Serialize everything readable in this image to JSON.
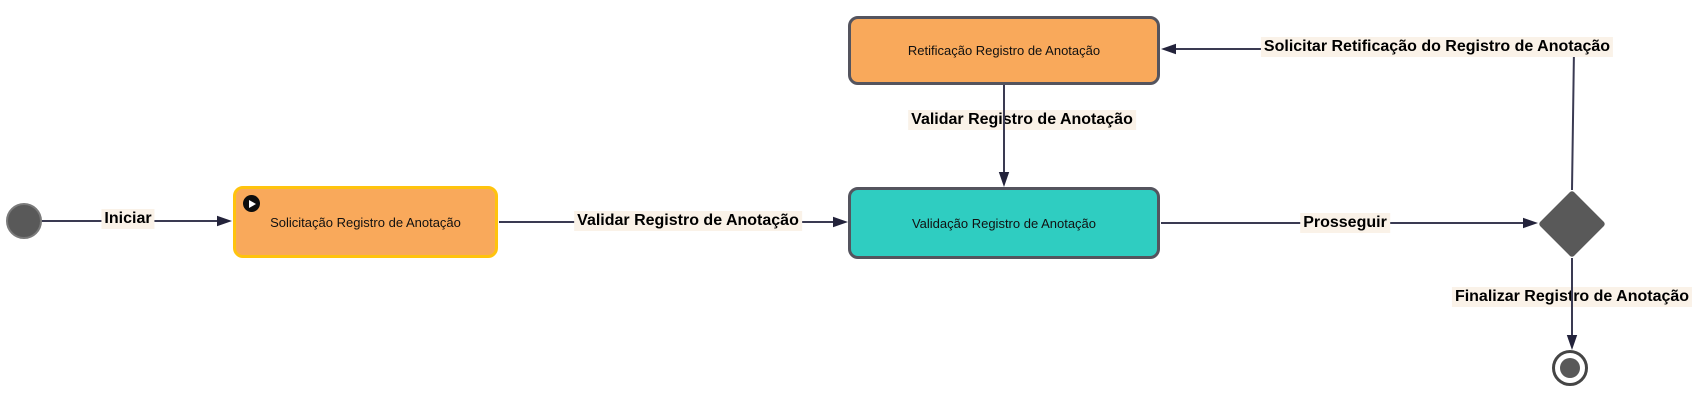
{
  "diagram": {
    "nodes": {
      "start": {
        "type": "initial-state"
      },
      "solicitacao": {
        "label": "Solicitação Registro de Anotação",
        "badge_icon": "play-icon"
      },
      "retificacao": {
        "label": "Retificação Registro de Anotação"
      },
      "validacao": {
        "label": "Validação Registro de Anotação"
      },
      "decision": {
        "type": "decision-diamond"
      },
      "final": {
        "type": "final-state"
      }
    },
    "edges": {
      "iniciar": "Iniciar",
      "validar": "Validar Registro de Anotação",
      "prosseguir": "Prosseguir",
      "solicitar_retificacao": "Solicitar Retificação do Registro de Anotação",
      "validar_retificacao": "Validar Registro de Anotação",
      "finalizar": "Finalizar Registro de Anotação"
    },
    "colors": {
      "orange_fill": "#F9A95B",
      "yellow_border": "#FFC30D",
      "teal_fill": "#2FCDC1",
      "dark_border": "#54545E",
      "node_gray": "#595959",
      "line": "#3A3A52",
      "arrowhead": "#23233B",
      "label_background": "#FAF2E8",
      "canvas_background": "#FFFFFF"
    }
  }
}
